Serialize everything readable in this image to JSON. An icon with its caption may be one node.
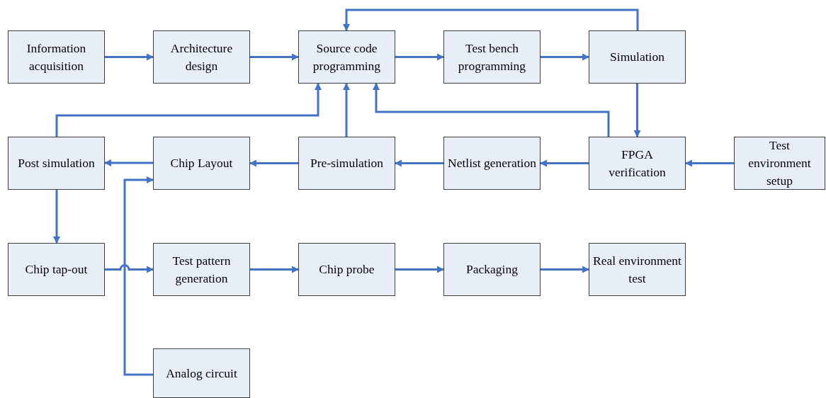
{
  "diagram": {
    "nodes": [
      {
        "text": [
          "Information acquisition"
        ]
      },
      {
        "text": [
          "Architecture design"
        ]
      },
      {
        "text": [
          "Source code programming"
        ]
      },
      {
        "text": [
          "Test bench programming"
        ]
      },
      {
        "text": [
          "Simulation"
        ]
      },
      {
        "text": [
          "Post simulation"
        ]
      },
      {
        "text": [
          "Chip Layout"
        ]
      },
      {
        "text": [
          "Pre-simulation"
        ]
      },
      {
        "text": [
          "Netlist generation"
        ]
      },
      {
        "text": [
          "FPGA verification"
        ]
      },
      {
        "text": [
          "Test environment setup"
        ]
      },
      {
        "text": [
          "Chip tap-out"
        ]
      },
      {
        "text": [
          "Test pattern generation"
        ]
      },
      {
        "text": [
          "Chip probe"
        ]
      },
      {
        "text": [
          "Packaging"
        ]
      },
      {
        "text": [
          "Real environment test"
        ]
      },
      {
        "text": [
          "Analog circuit"
        ]
      }
    ],
    "edges": [
      {
        "from": 0,
        "to": 1,
        "arrow": "to"
      },
      {
        "from": 1,
        "to": 2,
        "arrow": "to"
      },
      {
        "from": 2,
        "to": 3,
        "arrow": "to"
      },
      {
        "from": 3,
        "to": 4,
        "arrow": "to"
      },
      {
        "from": 4,
        "to": 2,
        "arrow": "to"
      },
      {
        "from": 4,
        "to": 9,
        "arrow": "to"
      },
      {
        "from": 10,
        "to": 9,
        "arrow": "to"
      },
      {
        "from": 9,
        "to": 8,
        "arrow": "to"
      },
      {
        "from": 8,
        "to": 7,
        "arrow": "to"
      },
      {
        "from": 7,
        "to": 6,
        "arrow": "to"
      },
      {
        "from": 6,
        "to": 5,
        "arrow": "to"
      },
      {
        "from": 5,
        "to": 11,
        "arrow": "to"
      },
      {
        "from": 11,
        "to": 12,
        "arrow": "to"
      },
      {
        "from": 12,
        "to": 13,
        "arrow": "to"
      },
      {
        "from": 13,
        "to": 14,
        "arrow": "to"
      },
      {
        "from": 14,
        "to": 15,
        "arrow": "to"
      },
      {
        "from": 16,
        "to": 6,
        "arrow": "to"
      },
      {
        "from": 5,
        "to": 2,
        "arrow": "to"
      },
      {
        "from": 7,
        "to": 2,
        "arrow": "to"
      },
      {
        "from": 9,
        "to": 2,
        "arrow": "to"
      }
    ]
  }
}
